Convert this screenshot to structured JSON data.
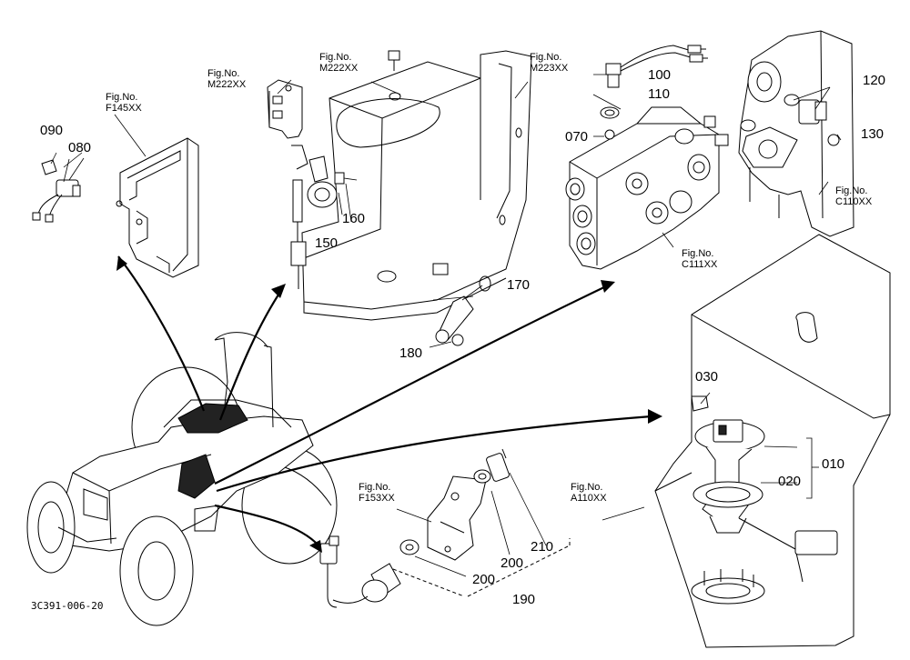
{
  "diagram": {
    "drawing_code": "3C391-006-20",
    "figure_refs": [
      {
        "key": "f145",
        "line1": "Fig.No.",
        "line2": "F145XX"
      },
      {
        "key": "m222a",
        "line1": "Fig.No.",
        "line2": "M222XX"
      },
      {
        "key": "m222b",
        "line1": "Fig.No.",
        "line2": "M222XX"
      },
      {
        "key": "m223",
        "line1": "Fig.No.",
        "line2": "M223XX"
      },
      {
        "key": "c110",
        "line1": "Fig.No.",
        "line2": "C110XX"
      },
      {
        "key": "c111",
        "line1": "Fig.No.",
        "line2": "C111XX"
      },
      {
        "key": "f153",
        "line1": "Fig.No.",
        "line2": "F153XX"
      },
      {
        "key": "a110",
        "line1": "Fig.No.",
        "line2": "A110XX"
      }
    ],
    "part_numbers": {
      "p010": "010",
      "p020": "020",
      "p030": "030",
      "p070": "070",
      "p080": "080",
      "p090": "090",
      "p100": "100",
      "p110": "110",
      "p120": "120",
      "p130": "130",
      "p150": "150",
      "p160": "160",
      "p170": "170",
      "p180": "180",
      "p190": "190",
      "p200a": "200",
      "p200b": "200",
      "p210": "210"
    }
  }
}
